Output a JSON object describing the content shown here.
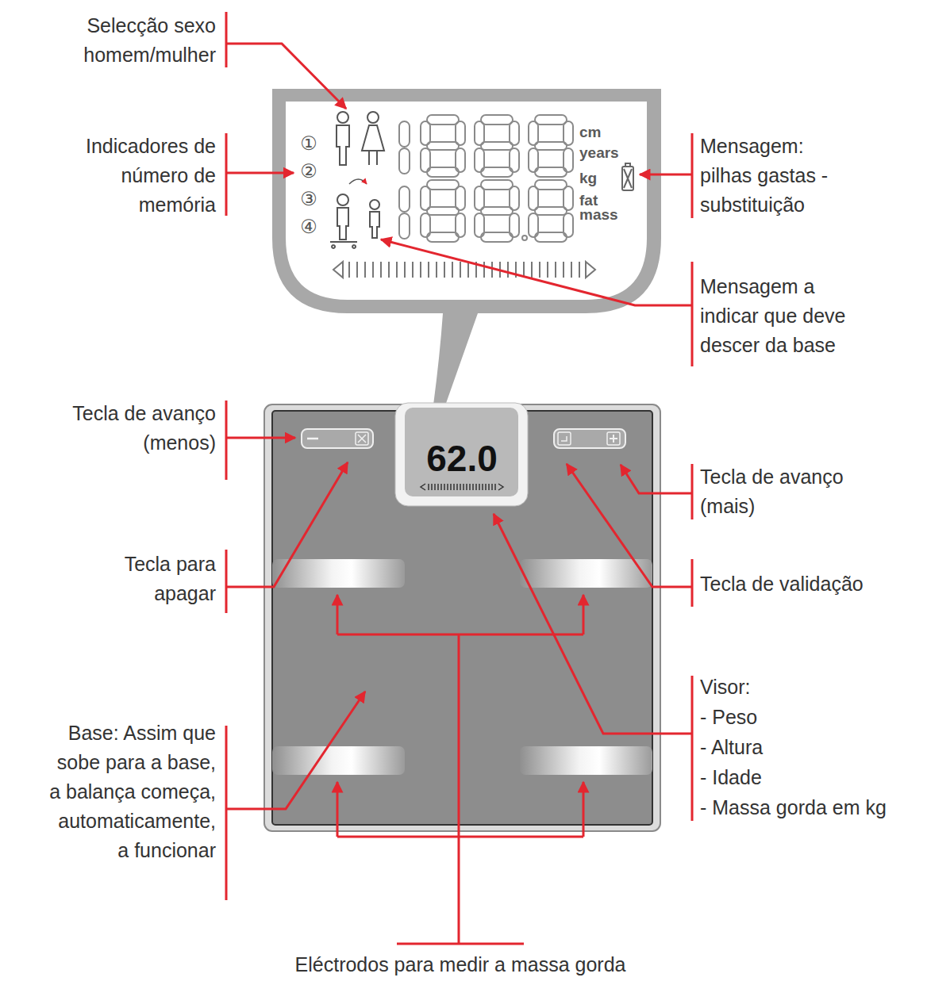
{
  "diagram": {
    "nodes": [
      {
        "text": [
          "①",
          "②",
          "③",
          "④",
          "cm",
          "years",
          "kg",
          "fat mass"
        ]
      },
      {
        "text": [
          "62.0"
        ]
      }
    ],
    "labels": [
      "Selecção sexo homem/mulher",
      "Indicadores de número de memória",
      "Mensagem: pilhas gastas - substituição",
      "Mensagem a indicar que deve descer da base",
      "Tecla de avanço (menos)",
      "Tecla para apagar",
      "Tecla de avanço (mais)",
      "Tecla de validação",
      "Visor:",
      "- Peso",
      "- Altura",
      "- Idade",
      "- Massa gorda em kg",
      "Base: Assim que sobe para a base, a balança começa, automaticamente, a funcionar",
      "Eléctrodos para medir a massa gorda"
    ]
  }
}
